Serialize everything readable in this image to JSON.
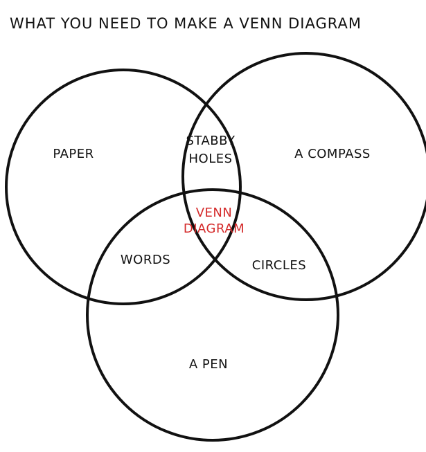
{
  "title": "WHAT YOU NEED TO MAKE A VENN DIAGRAM",
  "colors": {
    "ink": "#111111",
    "highlight": "#d42a2a",
    "background": "#ffffff"
  },
  "regions": {
    "paper": "PAPER",
    "compass": "A COMPASS",
    "pen": "A PEN",
    "stabby_holes": [
      "STABBY",
      "HOLES"
    ],
    "words": "WORDS",
    "circles": "CIRCLES",
    "center": [
      "VENN",
      "DIAGRAM"
    ]
  }
}
